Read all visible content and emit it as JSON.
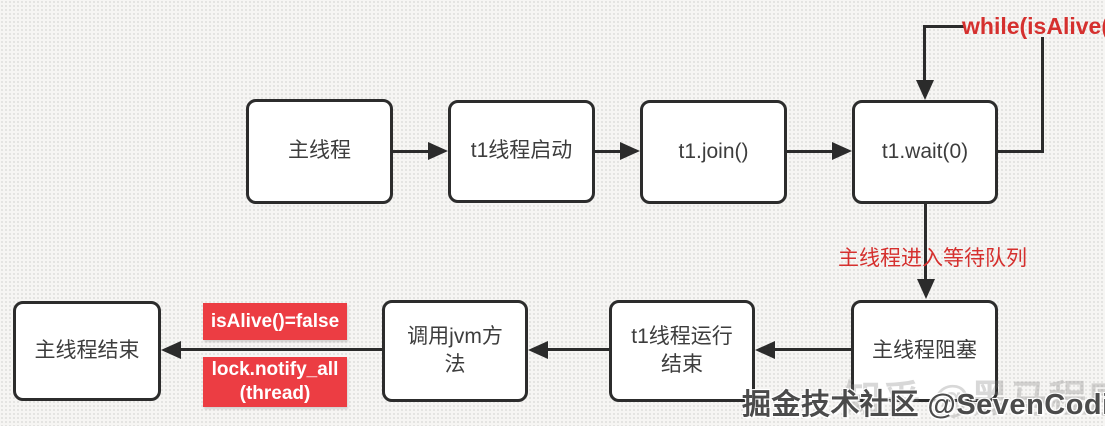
{
  "diagram": {
    "nodes": {
      "main_thread": {
        "label": "主线程"
      },
      "t1_start": {
        "label": "t1线程启动"
      },
      "t1_join": {
        "label": "t1.join()"
      },
      "t1_wait": {
        "label": "t1.wait(0)"
      },
      "main_blocked": {
        "label": "主线程阻塞"
      },
      "t1_run_end": {
        "label": "t1线程运行结束"
      },
      "call_jvm": {
        "label": "调用jvm方法"
      },
      "main_end": {
        "label": "主线程结束"
      }
    },
    "annotations": {
      "loop_label": "while(isAlive())",
      "queue_label": "主线程进入等待队列",
      "isalive_label": "isAlive()=false",
      "notify_label_line1": "lock.notify_all",
      "notify_label_line2": "(thread)"
    },
    "watermark": {
      "primary": "掘金技术社区 @SevenCoding",
      "secondary": "知乎 @黑马程序员"
    },
    "colors": {
      "red_text": "#d5302e",
      "red_box_bg": "#ec3d43",
      "line": "#2b2b2b",
      "node_border": "#2c2c2c",
      "node_text": "#3d3d3d",
      "background": "#f6f5f3"
    }
  }
}
